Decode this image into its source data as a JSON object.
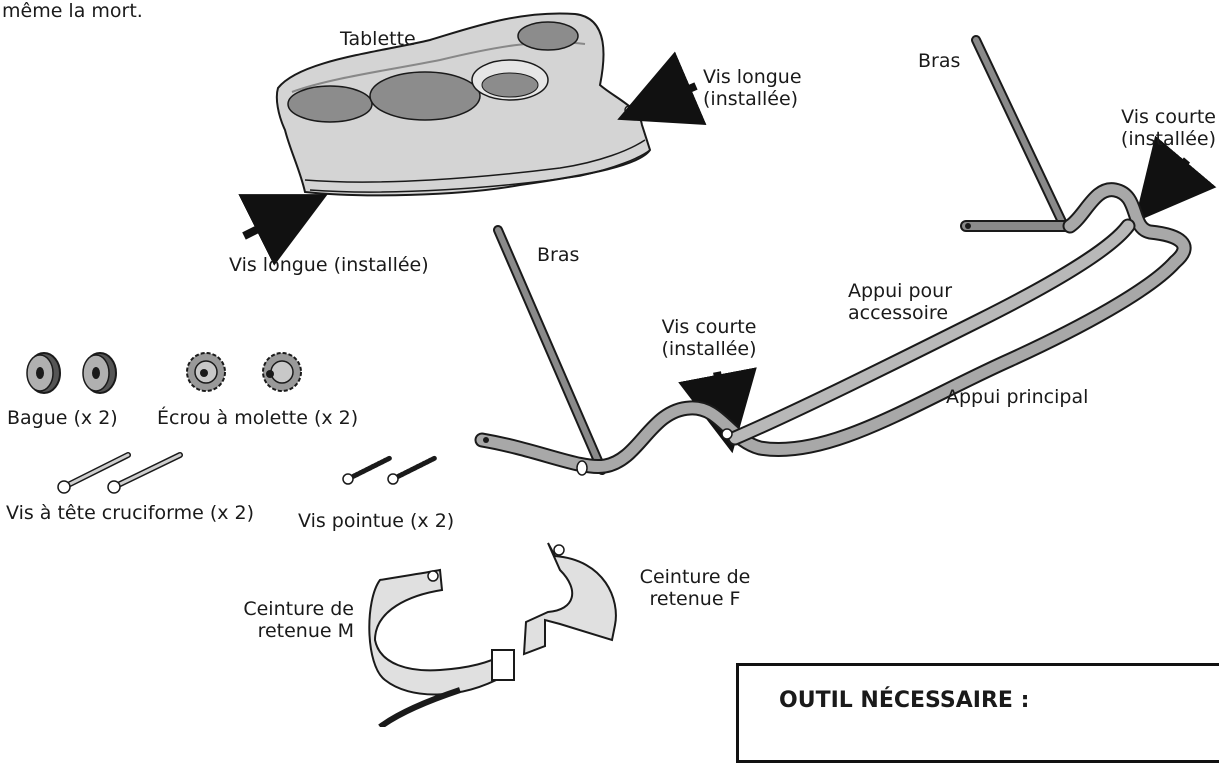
{
  "intro_tail": "même la mort.",
  "labels": {
    "tablette": "Tablette",
    "vis_longue_right": [
      "Vis longue",
      "(installée)"
    ],
    "vis_longue_left": "Vis longue (installée)",
    "bras_top": "Bras",
    "vis_courte_top": [
      "Vis courte",
      "(installée)"
    ],
    "bras_mid": "Bras",
    "appui_accessoire": [
      "Appui pour",
      "accessoire"
    ],
    "vis_courte_mid": [
      "Vis courte",
      "(installée)"
    ],
    "appui_principal": "Appui principal",
    "bague": "Bague (x 2)",
    "ecrou": "Écrou à molette (x 2)",
    "vis_cruciforme": "Vis à tête cruciforme (x 2)",
    "vis_pointue": "Vis pointue (x 2)",
    "ceinture_m": [
      "Ceinture de",
      "retenue M"
    ],
    "ceinture_f": [
      "Ceinture de",
      "retenue F"
    ]
  },
  "tool_box": {
    "heading": "OUTIL NÉCESSAIRE :"
  },
  "colors": {
    "part_fill": "#c8c8c8",
    "part_dark": "#7a7a7a",
    "outline": "#1a1a1a",
    "arrow": "#111111"
  }
}
